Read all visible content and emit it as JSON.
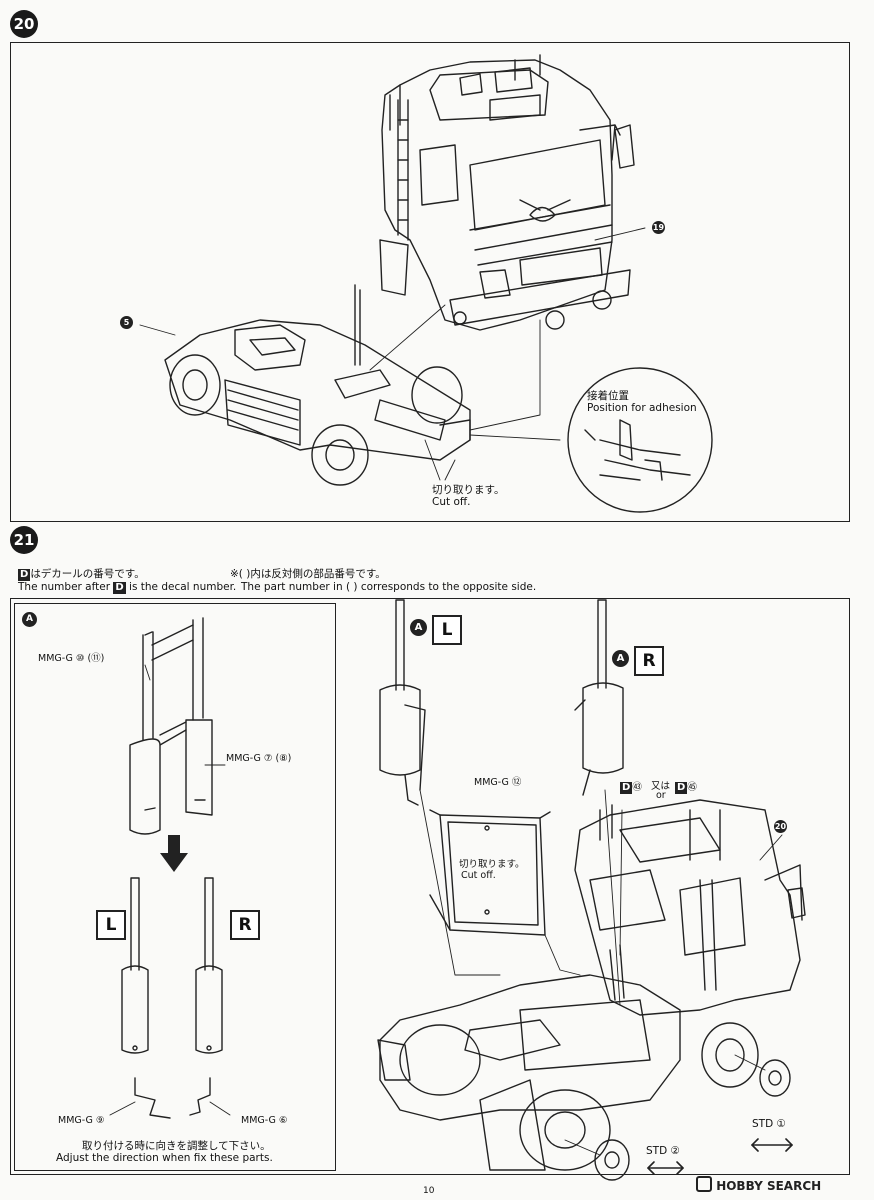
{
  "step20": {
    "number": "20",
    "callouts": {
      "c19": "19",
      "c5": "5"
    },
    "adhesion_jp": "接着位置",
    "adhesion_en": "Position for adhesion",
    "cut_jp": "切り取ります。",
    "cut_en": "Cut off."
  },
  "step21": {
    "number": "21",
    "note_decal_box": "D",
    "note_decal_jp_rest": "はデカールの番号です。",
    "note_decal_en_pre": "The number after",
    "note_decal_en_post": "is the decal number.",
    "note_paren_jp": "※(  )内は反対側の部品番号です。",
    "note_paren_en": "The part number in (   ) corresponds to the opposite side.",
    "inset": {
      "label": "A",
      "part_10_11": "MMG-G ⑩ (⑪)",
      "part_7_8": "MMG-G ⑦ (⑧)",
      "left": "L",
      "right": "R",
      "part_9": "MMG-G ⑨",
      "part_6": "MMG-G ⑥",
      "adjust_jp": "取り付ける時に向きを調整して下さい。",
      "adjust_en": "Adjust the direction when fix these parts."
    },
    "main": {
      "al_a": "A",
      "al_l": "L",
      "ar_a": "A",
      "ar_r": "R",
      "part_12": "MMG-G ⑫",
      "cut_jp": "切り取ります。",
      "cut_en": "Cut off.",
      "decal_d1": "D",
      "decal_n1": "㊸",
      "decal_or_jp": "又は",
      "decal_or_en": "or",
      "decal_d2": "D",
      "decal_n2": "㊺",
      "callout_20": "20",
      "std1": "STD ①",
      "std2": "STD ②"
    }
  },
  "footer": {
    "page": "10",
    "watermark_brand": "HOBBY",
    "watermark_rest": "SEARCH"
  }
}
